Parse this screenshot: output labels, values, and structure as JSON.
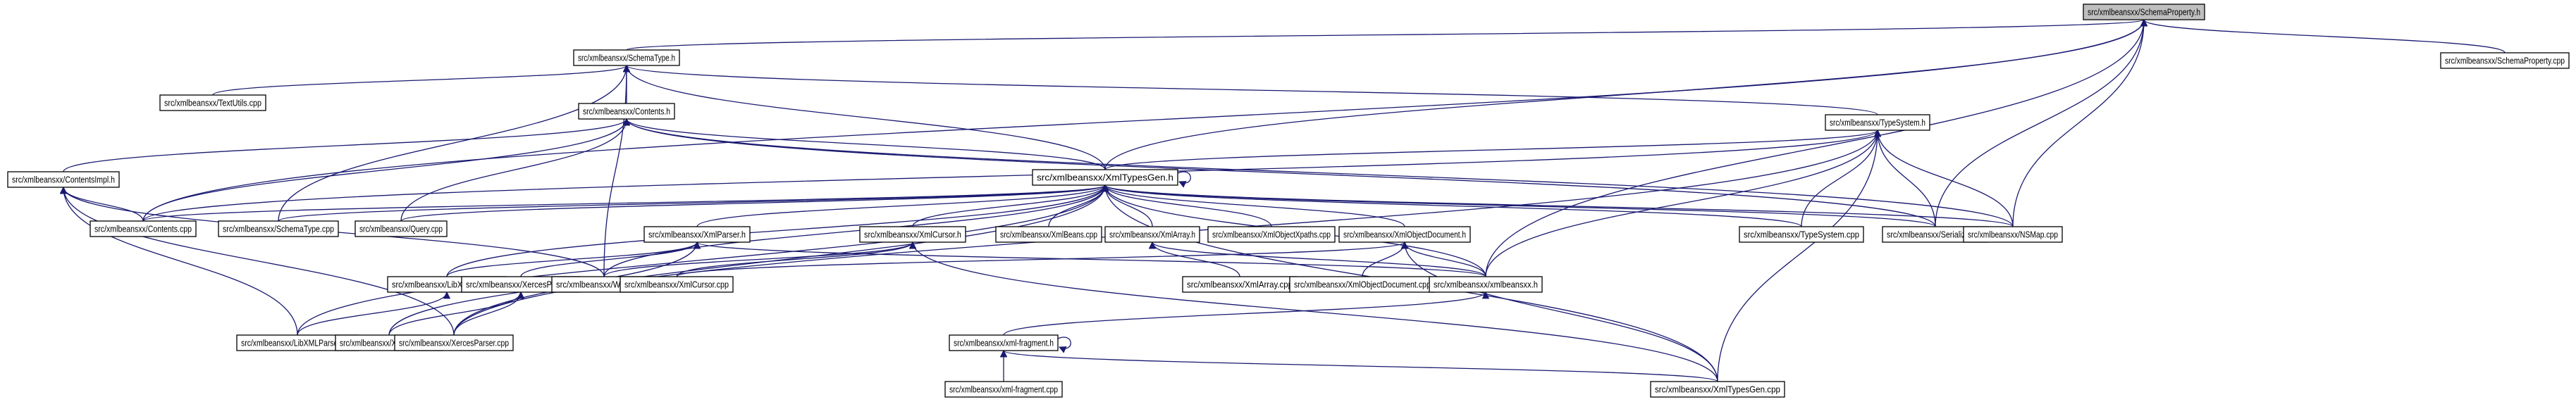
{
  "chart_data": {
    "type": "dependency-graph",
    "title": "Include dependency graph",
    "root": "src/xmlbeansxx/SchemaProperty.h",
    "edge_color": "#191970",
    "root_fill": "#bfbfbf",
    "node_fill": "#ffffff",
    "nodes": [
      {
        "id": "SchemaProperty.h",
        "label": "src/xmlbeansxx/SchemaProperty.h",
        "root": true
      },
      {
        "id": "SchemaProperty.cpp",
        "label": "src/xmlbeansxx/SchemaProperty.cpp"
      },
      {
        "id": "SchemaType.h",
        "label": "src/xmlbeansxx/SchemaType.h"
      },
      {
        "id": "TextUtils.cpp",
        "label": "src/xmlbeansxx/TextUtils.cpp"
      },
      {
        "id": "Contents.h",
        "label": "src/xmlbeansxx/Contents.h"
      },
      {
        "id": "TypeSystem.h",
        "label": "src/xmlbeansxx/TypeSystem.h"
      },
      {
        "id": "ContentsImpl.h",
        "label": "src/xmlbeansxx/ContentsImpl.h"
      },
      {
        "id": "XmlTypesGen.h",
        "label": "src/xmlbeansxx/XmlTypesGen.h"
      },
      {
        "id": "Contents.cpp",
        "label": "src/xmlbeansxx/Contents.cpp"
      },
      {
        "id": "SchemaType.cpp",
        "label": "src/xmlbeansxx/SchemaType.cpp"
      },
      {
        "id": "Query.cpp",
        "label": "src/xmlbeansxx/Query.cpp"
      },
      {
        "id": "XmlParser.h",
        "label": "src/xmlbeansxx/XmlParser.h"
      },
      {
        "id": "XmlCursor.h",
        "label": "src/xmlbeansxx/XmlCursor.h"
      },
      {
        "id": "XmlBeans.cpp",
        "label": "src/xmlbeansxx/XmlBeans.cpp"
      },
      {
        "id": "XmlArray.h",
        "label": "src/xmlbeansxx/XmlArray.h"
      },
      {
        "id": "XmlObjectXpaths.cpp",
        "label": "src/xmlbeansxx/XmlObjectXpaths.cpp"
      },
      {
        "id": "XmlObjectDocument.h",
        "label": "src/xmlbeansxx/XmlObjectDocument.h"
      },
      {
        "id": "TypeSystem.cpp",
        "label": "src/xmlbeansxx/TypeSystem.cpp"
      },
      {
        "id": "Serialize.cpp",
        "label": "src/xmlbeansxx/Serialize.cpp"
      },
      {
        "id": "NSMap.cpp",
        "label": "src/xmlbeansxx/NSMap.cpp"
      },
      {
        "id": "LibXMLParser.h",
        "label": "src/xmlbeansxx/LibXMLParser.h"
      },
      {
        "id": "XercesParser.h",
        "label": "src/xmlbeansxx/XercesParser.h"
      },
      {
        "id": "Walker.cpp",
        "label": "src/xmlbeansxx/Walker.cpp"
      },
      {
        "id": "XmlCursor.cpp",
        "label": "src/xmlbeansxx/XmlCursor.cpp"
      },
      {
        "id": "XmlArray.cpp",
        "label": "src/xmlbeansxx/XmlArray.cpp"
      },
      {
        "id": "XmlObjectDocument.cpp",
        "label": "src/xmlbeansxx/XmlObjectDocument.cpp"
      },
      {
        "id": "xmlbeansxx.h",
        "label": "src/xmlbeansxx/xmlbeansxx.h"
      },
      {
        "id": "LibXMLParser.cpp",
        "label": "src/xmlbeansxx/LibXMLParser.cpp"
      },
      {
        "id": "XmlParser.cpp",
        "label": "src/xmlbeansxx/XmlParser.cpp"
      },
      {
        "id": "XercesParser.cpp",
        "label": "src/xmlbeansxx/XercesParser.cpp"
      },
      {
        "id": "xml-fragment.h",
        "label": "src/xmlbeansxx/xml-fragment.h"
      },
      {
        "id": "xml-fragment.cpp",
        "label": "src/xmlbeansxx/xml-fragment.cpp"
      },
      {
        "id": "XmlTypesGen.cpp",
        "label": "src/xmlbeansxx/XmlTypesGen.cpp"
      }
    ],
    "edges": [
      {
        "from": "SchemaProperty.cpp",
        "to": "SchemaProperty.h"
      },
      {
        "from": "SchemaType.h",
        "to": "SchemaProperty.h"
      },
      {
        "from": "Contents.cpp",
        "to": "SchemaProperty.h"
      },
      {
        "from": "XmlTypesGen.h",
        "to": "SchemaProperty.h"
      },
      {
        "from": "Serialize.cpp",
        "to": "SchemaProperty.h"
      },
      {
        "from": "NSMap.cpp",
        "to": "SchemaProperty.h"
      },
      {
        "from": "xmlbeansxx.h",
        "to": "SchemaProperty.h"
      },
      {
        "from": "TextUtils.cpp",
        "to": "SchemaType.h"
      },
      {
        "from": "Contents.h",
        "to": "SchemaType.h"
      },
      {
        "from": "TypeSystem.h",
        "to": "SchemaType.h"
      },
      {
        "from": "XmlTypesGen.h",
        "to": "SchemaType.h"
      },
      {
        "from": "SchemaType.cpp",
        "to": "SchemaType.h"
      },
      {
        "from": "Walker.cpp",
        "to": "SchemaType.h"
      },
      {
        "from": "ContentsImpl.h",
        "to": "Contents.h"
      },
      {
        "from": "XmlTypesGen.h",
        "to": "Contents.h"
      },
      {
        "from": "Contents.cpp",
        "to": "Contents.h"
      },
      {
        "from": "Query.cpp",
        "to": "Contents.h"
      },
      {
        "from": "Serialize.cpp",
        "to": "Contents.h"
      },
      {
        "from": "NSMap.cpp",
        "to": "Contents.h"
      },
      {
        "from": "XmlTypesGen.h",
        "to": "TypeSystem.h"
      },
      {
        "from": "Contents.cpp",
        "to": "TypeSystem.h"
      },
      {
        "from": "TypeSystem.cpp",
        "to": "TypeSystem.h"
      },
      {
        "from": "Serialize.cpp",
        "to": "TypeSystem.h"
      },
      {
        "from": "NSMap.cpp",
        "to": "TypeSystem.h"
      },
      {
        "from": "xmlbeansxx.h",
        "to": "TypeSystem.h"
      },
      {
        "from": "XercesParser.cpp",
        "to": "TypeSystem.h"
      },
      {
        "from": "XmlTypesGen.cpp",
        "to": "TypeSystem.h"
      },
      {
        "from": "Contents.cpp",
        "to": "ContentsImpl.h"
      },
      {
        "from": "LibXMLParser.cpp",
        "to": "ContentsImpl.h"
      },
      {
        "from": "XercesParser.cpp",
        "to": "ContentsImpl.h"
      },
      {
        "from": "Walker.cpp",
        "to": "ContentsImpl.h"
      },
      {
        "from": "XmlTypesGen.h",
        "to": "XmlTypesGen.h"
      },
      {
        "from": "Contents.cpp",
        "to": "XmlTypesGen.h"
      },
      {
        "from": "SchemaType.cpp",
        "to": "XmlTypesGen.h"
      },
      {
        "from": "Query.cpp",
        "to": "XmlTypesGen.h"
      },
      {
        "from": "XmlParser.h",
        "to": "XmlTypesGen.h"
      },
      {
        "from": "XmlCursor.h",
        "to": "XmlTypesGen.h"
      },
      {
        "from": "XmlBeans.cpp",
        "to": "XmlTypesGen.h"
      },
      {
        "from": "XmlArray.h",
        "to": "XmlTypesGen.h"
      },
      {
        "from": "XmlObjectXpaths.cpp",
        "to": "XmlTypesGen.h"
      },
      {
        "from": "XmlObjectDocument.h",
        "to": "XmlTypesGen.h"
      },
      {
        "from": "TypeSystem.cpp",
        "to": "XmlTypesGen.h"
      },
      {
        "from": "Serialize.cpp",
        "to": "XmlTypesGen.h"
      },
      {
        "from": "NSMap.cpp",
        "to": "XmlTypesGen.h"
      },
      {
        "from": "LibXMLParser.h",
        "to": "XmlTypesGen.h"
      },
      {
        "from": "Walker.cpp",
        "to": "XmlTypesGen.h"
      },
      {
        "from": "xmlbeansxx.h",
        "to": "XmlTypesGen.h"
      },
      {
        "from": "LibXMLParser.cpp",
        "to": "XmlTypesGen.h"
      },
      {
        "from": "XercesParser.cpp",
        "to": "XmlTypesGen.h"
      },
      {
        "from": "XmlTypesGen.cpp",
        "to": "XmlTypesGen.h"
      },
      {
        "from": "LibXMLParser.h",
        "to": "XmlParser.h"
      },
      {
        "from": "XercesParser.h",
        "to": "XmlParser.h"
      },
      {
        "from": "XmlParser.cpp",
        "to": "XmlParser.h"
      },
      {
        "from": "xmlbeansxx.h",
        "to": "XmlParser.h"
      },
      {
        "from": "Walker.cpp",
        "to": "XmlCursor.h"
      },
      {
        "from": "XmlCursor.cpp",
        "to": "XmlCursor.h"
      },
      {
        "from": "XmlTypesGen.cpp",
        "to": "XmlCursor.h"
      },
      {
        "from": "XmlArray.cpp",
        "to": "XmlArray.h"
      },
      {
        "from": "xmlbeansxx.h",
        "to": "XmlArray.h"
      },
      {
        "from": "XmlObjectDocument.cpp",
        "to": "XmlObjectDocument.h"
      },
      {
        "from": "xmlbeansxx.h",
        "to": "XmlObjectDocument.h"
      },
      {
        "from": "XmlTypesGen.cpp",
        "to": "XmlObjectDocument.h"
      },
      {
        "from": "XmlCursor.cpp",
        "to": "XmlObjectDocument.h"
      },
      {
        "from": "LibXMLParser.cpp",
        "to": "LibXMLParser.h"
      },
      {
        "from": "XmlParser.cpp",
        "to": "XercesParser.h"
      },
      {
        "from": "XercesParser.cpp",
        "to": "XercesParser.h"
      },
      {
        "from": "xml-fragment.h",
        "to": "xmlbeansxx.h"
      },
      {
        "from": "xml-fragment.h",
        "to": "xml-fragment.h"
      },
      {
        "from": "xml-fragment.cpp",
        "to": "xml-fragment.h"
      },
      {
        "from": "XmlTypesGen.cpp",
        "to": "xml-fragment.h"
      }
    ]
  }
}
